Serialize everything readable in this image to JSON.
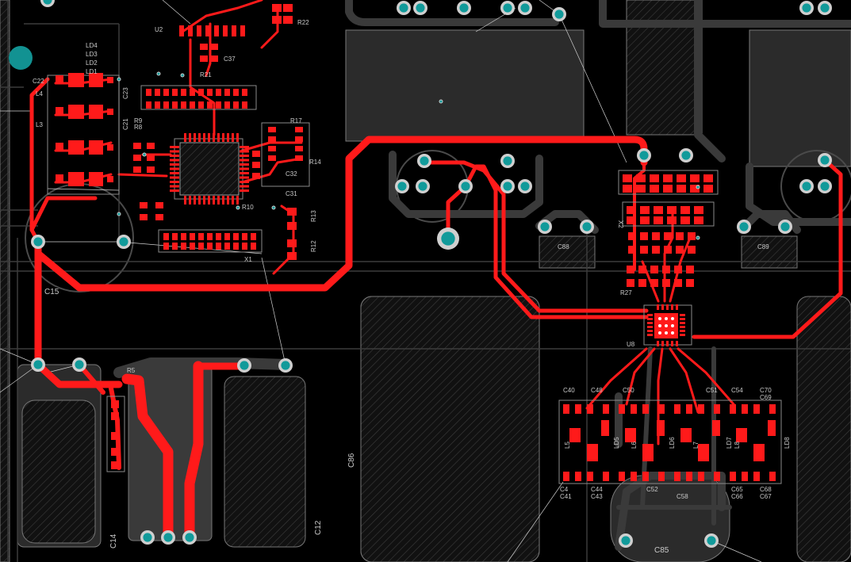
{
  "board": {
    "background_color": "#000000",
    "copper_color": "#ff1a1a",
    "inner_pour_color": "#2b2b2b",
    "via_outer_color": "#cfcfcf",
    "via_inner_color": "#119a9a",
    "fiducial_color": "#129292"
  },
  "labels": {
    "c15": "C15",
    "c86": "C86",
    "c85": "C85",
    "c14": "C14",
    "c12": "C12",
    "c88": "C88",
    "c89": "C89",
    "u8": "U8",
    "x1": "X1",
    "x2": "X2",
    "r22": "R22",
    "r17": "R17",
    "r14": "R14",
    "r13": "R13",
    "r12": "R12",
    "r10": "R10",
    "r27": "R27",
    "r5": "R5",
    "c32": "C32",
    "c31": "C31",
    "l4": "L4",
    "l3": "L3",
    "c22": "C22",
    "c21": "C21",
    "r9": "R9",
    "r8": "R8",
    "c23": "C23",
    "u2": "U2",
    "c37": "C37",
    "r21": "R21",
    "ld4": "LD4",
    "ld3": "LD3",
    "ld2": "LD2",
    "ld1": "LD1",
    "c40": "C40",
    "c48": "C48",
    "c50": "C50",
    "c51": "C51",
    "c54": "C54",
    "c70": "C70",
    "c69": "C69",
    "l5": "L5",
    "l6": "L6",
    "l7": "L7",
    "l8": "L8",
    "ld5": "LD5",
    "ld6": "LD6",
    "ld7": "LD7",
    "ld8": "LD8",
    "c44": "C44",
    "c43": "C43",
    "c52": "C52",
    "c58": "C58",
    "c65": "C65",
    "c66": "C66",
    "c68": "C68",
    "c67": "C67",
    "c4": "C4",
    "c41": "C41"
  }
}
